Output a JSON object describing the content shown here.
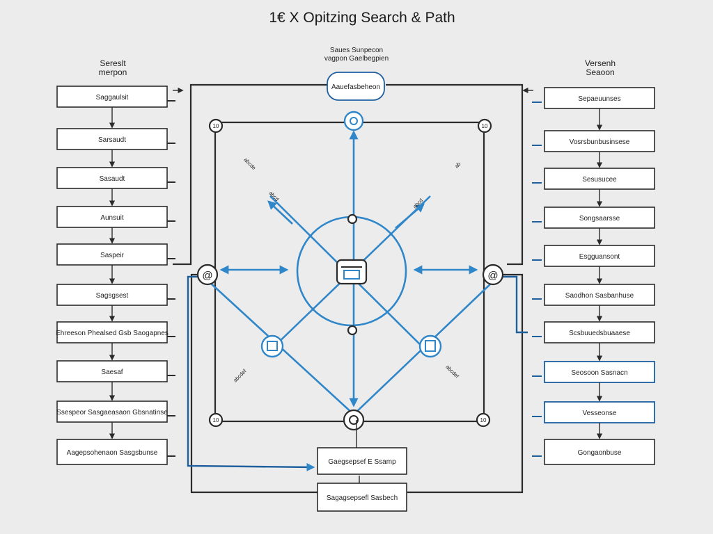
{
  "title": "1€ X Opitzing Search & Path",
  "center_top_caption": {
    "line1": "Saues Sunpecon",
    "line2": "vagpon Gaelbegpien"
  },
  "center_top_box": "Aauefasbeheon",
  "corner_badges": {
    "top_left": "10",
    "top_right": "10",
    "bottom_left": "10",
    "bottom_right": "10"
  },
  "diagonal_labels": {
    "upper_left_a": "ᵃᵇᶜᵈᵉ",
    "upper_left_b": "ᵃᵇᶜᵈ",
    "upper_right_a": "ᵃᵇ",
    "upper_right_b": "ᵃᵇᶜᵈ",
    "lower_left": "ᵃᵇᶜᵈᵉᶠ",
    "lower_right": "ᵃᵇᶜᵈᵉᶠ"
  },
  "bottom_boxes": {
    "upper": "Gaegsepsef E Ssamp",
    "lower": "Sagagsepsefl Sasbech"
  },
  "left_panel": {
    "heading_line1": "Sereslt",
    "heading_line2": "merpon",
    "items": [
      "Saggaulsit",
      "Sarsaudt",
      "Sasaudt",
      "Aunsuit",
      "Saspeir",
      "Sagsgsest",
      "Ehreeson Phealsed Gsb Saogapnes",
      "Saesaf",
      "Ssespeor Sasgaeasaon Gbsnatinse",
      "Aagepsohenaon Sasgsbunse"
    ]
  },
  "right_panel": {
    "heading_line1": "Versenh",
    "heading_line2": "Seaoon",
    "items": [
      "Sepaeuunses",
      "Vosrsbunbusinsese",
      "Sesusucee",
      "Songsaarsse",
      "Esgguansont",
      "Saodhon Sasbanhuse",
      "Scsbuuedsbuaaese",
      "Seosoon Sasnacn",
      "Vesseonse",
      "Gongaonbuse"
    ]
  },
  "colors": {
    "background": "#ececec",
    "line": "#2b2b2b",
    "accent": "#2f86c8",
    "accent_dark": "#1e5f9e"
  }
}
